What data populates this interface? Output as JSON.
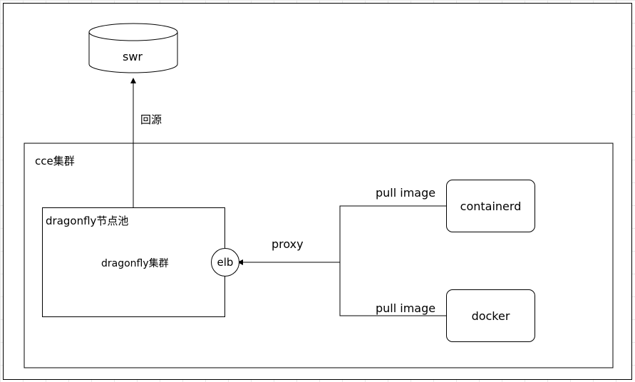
{
  "nodes": {
    "swr": "swr",
    "cce_cluster": "cce集群",
    "node_pool": "dragonfly节点池",
    "dragonfly_cluster": "dragonfly集群",
    "elb": "elb",
    "containerd": "containerd",
    "docker": "docker"
  },
  "edges": {
    "back_to_source": "回源",
    "proxy": "proxy",
    "pull_image_top": "pull image",
    "pull_image_bottom": "pull image"
  }
}
